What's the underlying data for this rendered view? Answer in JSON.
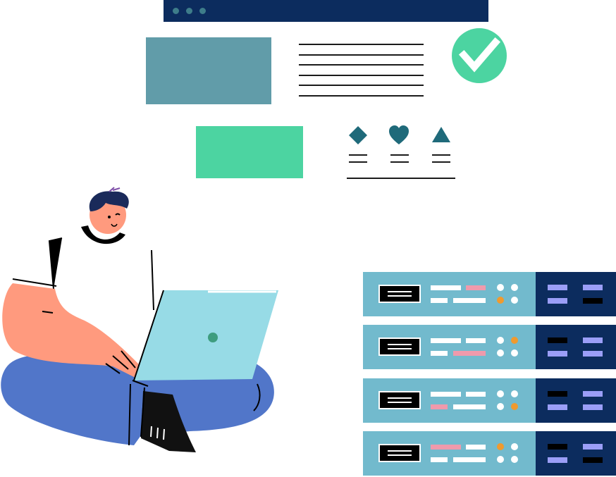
{
  "colors": {
    "navy": "#0c2c5e",
    "teal_block": "#619ca9",
    "mint": "#4cd4a1",
    "rack": "#72bacd",
    "shape_teal": "#1f6a7a",
    "laptop": "#97dbe6",
    "skin": "#ff9a7e",
    "jeans": "#5176c9",
    "led_white": "#ffffff",
    "led_orange": "#f09a2e",
    "bar_pink": "#ef9aac",
    "slot_lilac": "#9b9ef7"
  },
  "icons": [
    "check-circle-icon",
    "diamond-icon",
    "heart-icon",
    "triangle-icon"
  ],
  "server_units": [
    {
      "bars": [
        "white",
        "pink",
        "white",
        "white"
      ],
      "leds": [
        "white",
        "white",
        "orange",
        "white"
      ],
      "slots": [
        "lilac",
        "lilac",
        "lilac",
        "black"
      ]
    },
    {
      "bars": [
        "white",
        "white",
        "white",
        "pink"
      ],
      "leds": [
        "white",
        "orange",
        "white",
        "white"
      ],
      "slots": [
        "black",
        "lilac",
        "lilac",
        "lilac"
      ]
    },
    {
      "bars": [
        "white",
        "white",
        "pink",
        "white"
      ],
      "leds": [
        "white",
        "white",
        "white",
        "orange"
      ],
      "slots": [
        "black",
        "lilac",
        "lilac",
        "lilac"
      ]
    },
    {
      "bars": [
        "pink",
        "white",
        "white",
        "white"
      ],
      "leds": [
        "orange",
        "white",
        "white",
        "white"
      ],
      "slots": [
        "black",
        "lilac",
        "lilac",
        "black"
      ]
    }
  ]
}
